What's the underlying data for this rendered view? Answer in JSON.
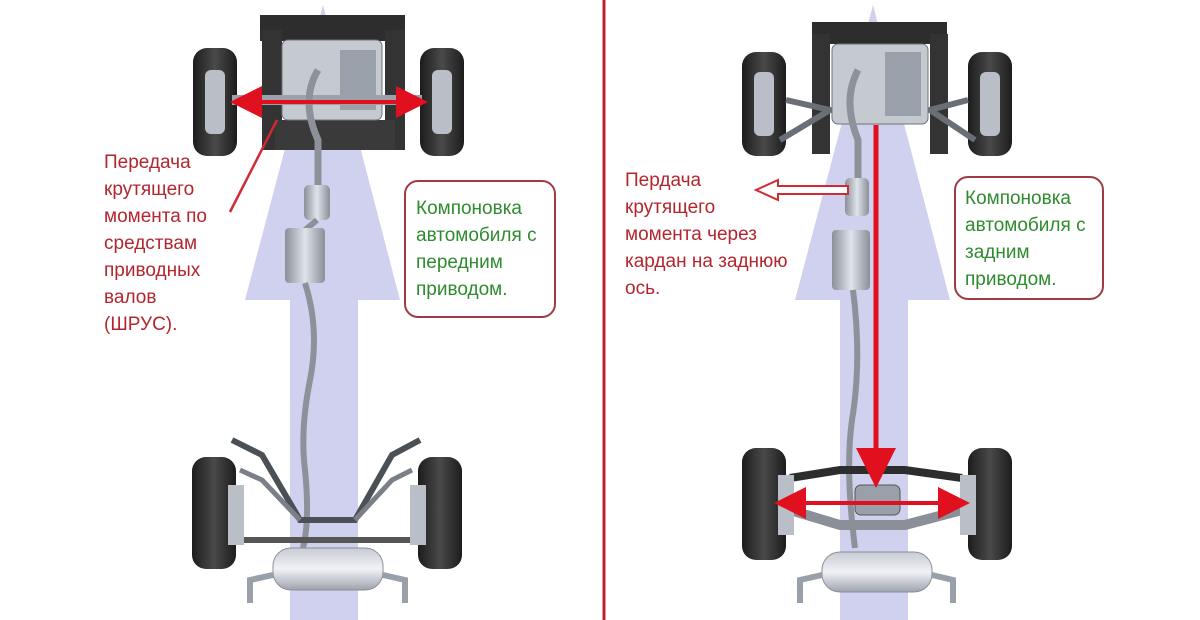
{
  "left_panel": {
    "drive_label": "Передача\nкрутящего\nмомента по\nсредствам\nприводных валов\n(ШРУС).",
    "layout_label": "Компоновка\nавтомобиля с\nпередним\nприводом."
  },
  "right_panel": {
    "drive_label": "Пердача\nкрутящего\nмомента через\nкардан на заднюю\nось.",
    "layout_label": "Компоновка\nавтомобиля с\nзадним\nприводом."
  },
  "colors": {
    "annotation_red": "#b3262e",
    "annotation_green": "#2e8b2e",
    "arrow_red": "#e0101e",
    "divider": "#c0202c",
    "direction_arrow": "#c8c8ec",
    "box_border": "#a03a44"
  },
  "icons": [
    "car-chassis-front-wheel-drive",
    "car-chassis-rear-wheel-drive"
  ]
}
